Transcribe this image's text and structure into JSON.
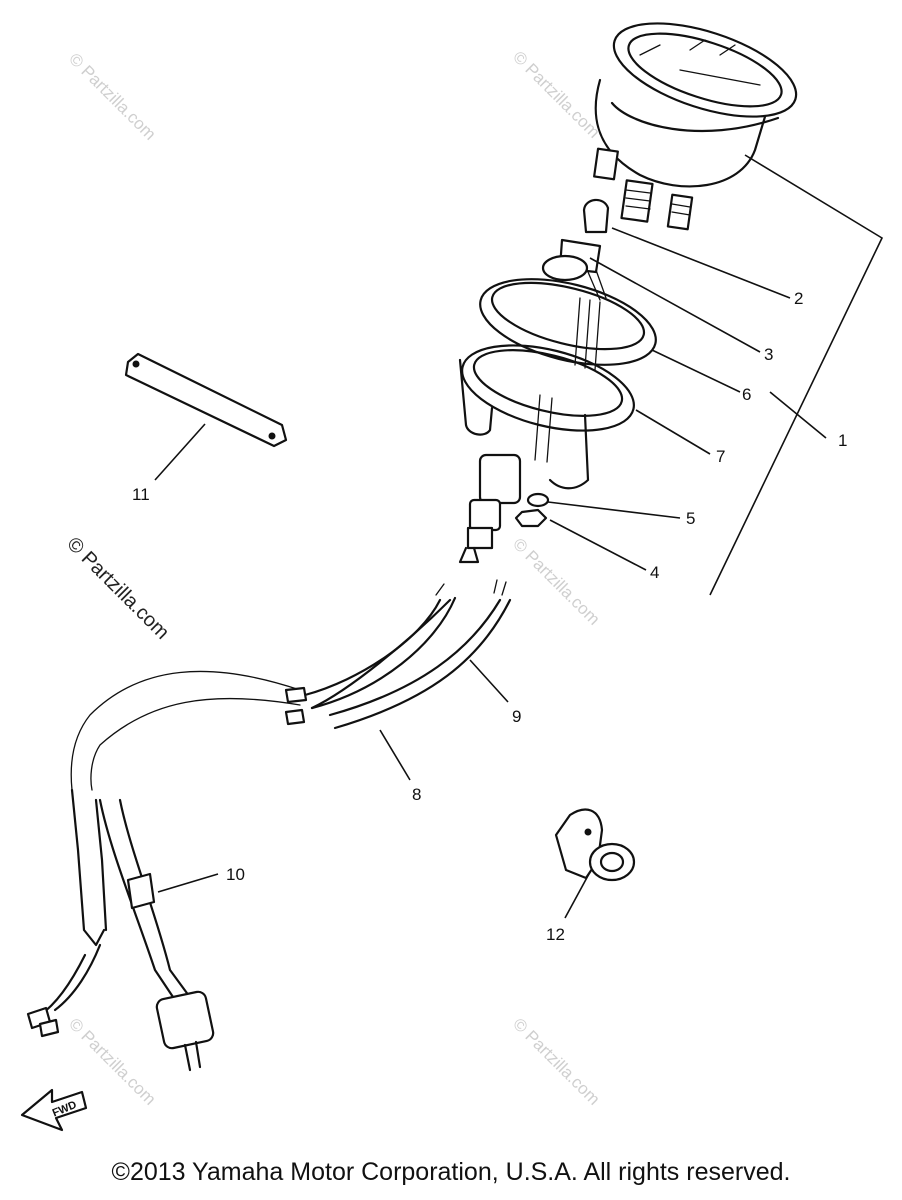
{
  "callouts": {
    "c1": "1",
    "c2": "2",
    "c3": "3",
    "c4": "4",
    "c5": "5",
    "c6": "6",
    "c7": "7",
    "c8": "8",
    "c9": "9",
    "c10": "10",
    "c11": "11",
    "c12": "12"
  },
  "watermark": {
    "text": "© Partzilla.com"
  },
  "fwd_arrow": {
    "label": "FWD"
  },
  "footer": {
    "copyright": "©2013  Yamaha Motor Corporation, U.S.A. All rights reserved."
  }
}
